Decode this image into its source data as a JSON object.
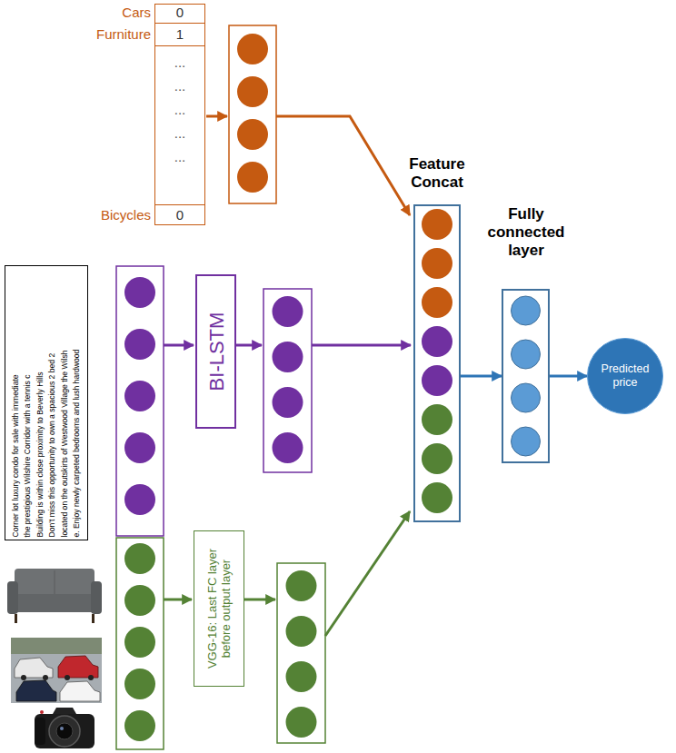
{
  "diagram": {
    "nodes": [
      {
        "text": [
          "Cars",
          "0",
          "Furniture",
          "1",
          "...",
          "...",
          "...",
          "...",
          "...",
          "Bicycles",
          "0"
        ]
      },
      {
        "text": [
          "Corner lot luxury condo for sale with immediate",
          "the prestigious Wilshire Corridor with a tennis c",
          "Building is within close proximity to Beverly Hills",
          "Don't miss this opportunity to own a spacious 2 bed 2",
          "located on the outskirts of Westwood Village the Wilsh",
          "e. Enjoy newly carpeted bedrooms and lush hardwood"
        ]
      },
      {
        "text": [
          "BI-LSTM"
        ]
      },
      {
        "text": [
          "VGG-16: Last FC layer before output layer"
        ]
      },
      {
        "text": [
          "Feature Concat"
        ]
      },
      {
        "text": [
          "Fully connected layer"
        ]
      },
      {
        "text": [
          "Predicted price"
        ]
      }
    ],
    "edges": [
      {
        "from": 4,
        "to": 5,
        "arrow": "to"
      },
      {
        "from": 5,
        "to": 6,
        "arrow": "to"
      }
    ]
  }
}
